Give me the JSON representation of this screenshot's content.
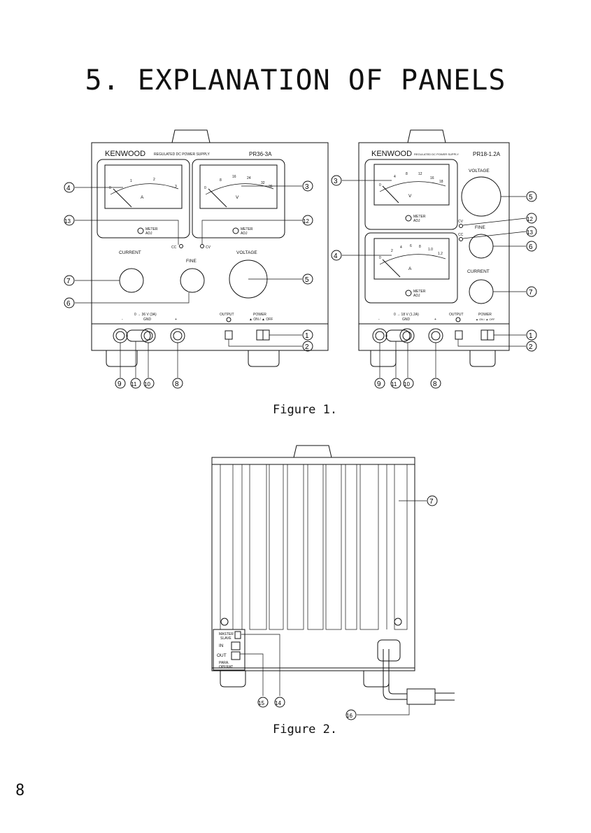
{
  "heading": "5. EXPLANATION OF PANELS",
  "figure1_caption": "Figure 1.",
  "figure2_caption": "Figure 2.",
  "page_number": "8",
  "unit_a": {
    "brand": "KENWOOD",
    "subtitle": "REGULATED DC POWER SUPPLY",
    "model": "PR36-3A",
    "meter_left_unit": "A",
    "meter_left_ticks": [
      "0",
      "1",
      "2",
      "3"
    ],
    "meter_right_unit": "V",
    "meter_right_ticks": [
      "0",
      "8",
      "16",
      "24",
      "32",
      "36"
    ],
    "meter_adj": "METER",
    "meter_adj2": "ADJ",
    "cc": "CC",
    "cv": "CV",
    "current": "CURRENT",
    "fine": "FINE",
    "voltage": "VOLTAGE",
    "range": "0 → 36 V (3A)",
    "gnd": "GND",
    "minus": "-",
    "plus": "+",
    "output": "OUTPUT",
    "power": "POWER",
    "power_sub": "▲ ON / ▲ OFF"
  },
  "unit_b": {
    "brand": "KENWOOD",
    "subtitle": "REGULATED DC POWER SUPPLY",
    "model": "PR18-1.2A",
    "meter_top_unit": "V",
    "meter_top_ticks": [
      "0",
      "4",
      "8",
      "12",
      "16",
      "18"
    ],
    "meter_bottom_unit": "A",
    "meter_bottom_ticks": [
      "0",
      "2",
      "4",
      "6",
      "8",
      "1.0",
      "1.2"
    ],
    "meter_adj": "METER",
    "meter_adj2": "ADJ",
    "cv": "CV",
    "cc": "CC",
    "voltage": "VOLTAGE",
    "fine": "FINE",
    "current": "CURRENT",
    "range": "0 → 18 V (1.2A)",
    "gnd": "GND",
    "minus": "-",
    "plus": "+",
    "output": "OUTPUT",
    "power": "POWER",
    "power_sub": "▲ ON / ▲ OFF"
  },
  "rear": {
    "master_slave": "MASTER",
    "slave": "SLAVE",
    "in": "IN",
    "out": "OUT",
    "para": "PARA.",
    "operat": "OPERAT"
  },
  "callouts": {
    "c1": "①",
    "c2": "②",
    "c3": "③",
    "c4": "④",
    "c5": "⑤",
    "c6": "⑥",
    "c7": "⑦",
    "c8": "⑧",
    "c9": "⑨",
    "c10": "⑩",
    "c11": "⑪",
    "c12": "⑫",
    "c13": "⑬",
    "c14": "⑭",
    "c15": "⑮",
    "c16": "⑯"
  }
}
